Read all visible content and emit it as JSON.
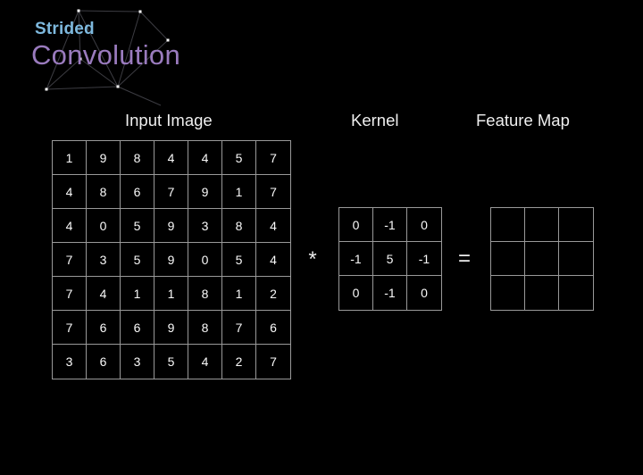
{
  "title": {
    "kicker": "Strided",
    "main": "Convolution"
  },
  "colors": {
    "background": "#000000",
    "kicker_blue": "#7eb9de",
    "title_purple": "#9a7bbe",
    "heading_white": "#efefef",
    "grid_line_gray": "#999999",
    "cell_text": "#fafafa",
    "network_line": "#3c3c42",
    "network_node": "#ffffff"
  },
  "headings": {
    "input": "Input Image",
    "kernel": "Kernel",
    "feature": "Feature Map"
  },
  "operators": {
    "convolve": "*",
    "equals": "="
  },
  "input_grid": {
    "rows": [
      [
        1,
        9,
        8,
        4,
        4,
        5,
        7
      ],
      [
        4,
        8,
        6,
        7,
        9,
        1,
        7
      ],
      [
        4,
        0,
        5,
        9,
        3,
        8,
        4
      ],
      [
        7,
        3,
        5,
        9,
        0,
        5,
        4
      ],
      [
        7,
        4,
        1,
        1,
        8,
        1,
        2
      ],
      [
        7,
        6,
        6,
        9,
        8,
        7,
        6
      ],
      [
        3,
        6,
        3,
        5,
        4,
        2,
        7
      ]
    ]
  },
  "kernel_grid": {
    "rows": [
      [
        0,
        -1,
        0
      ],
      [
        -1,
        5,
        -1
      ],
      [
        0,
        -1,
        0
      ]
    ]
  },
  "feature_grid": {
    "rows": [
      [
        "",
        "",
        ""
      ],
      [
        "",
        "",
        ""
      ],
      [
        "",
        "",
        ""
      ]
    ]
  }
}
